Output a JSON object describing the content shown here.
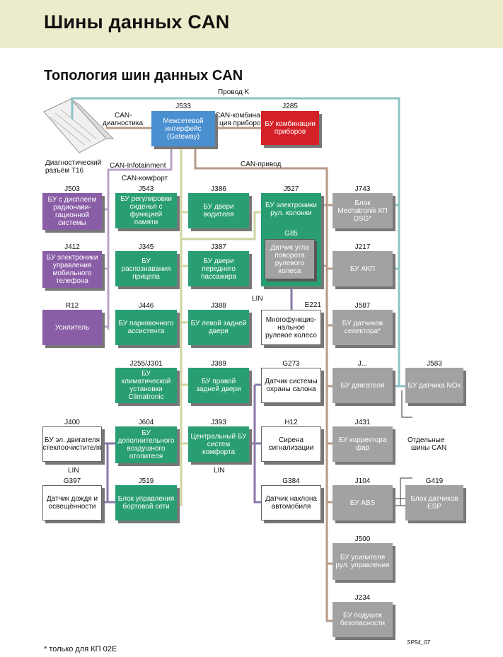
{
  "header": {
    "title": "Шины данных CAN"
  },
  "subtitle": "Топология шин данных CAN",
  "labels": {
    "provod_k": "Провод K",
    "can_diag_1": "CAN-",
    "can_diag_2": "диагностика",
    "can_instr_1": "CAN-комбина-",
    "can_instr_2": "ция приборов",
    "diag_conn_1": "Диагностический",
    "diag_conn_2": "разъём T16",
    "can_info": "CAN-Infotainment",
    "can_drive": "CAN-привод",
    "can_comfort": "CAN-комфорт",
    "lin1": "LIN",
    "lin2": "LIN",
    "lin3": "LIN",
    "separate_1": "Отдельные",
    "separate_2": "шины CAN"
  },
  "boxes": {
    "j533": {
      "code": "J533",
      "text": "Межсетевой интерфейс (Gateway)"
    },
    "j285": {
      "code": "J285",
      "text": "БУ комбинации приборов"
    },
    "j503": {
      "code": "J503",
      "text": "БУ с дисплеем радионави-гационной системы"
    },
    "j412": {
      "code": "J412",
      "text": "БУ электроники управления мобильного телефона"
    },
    "r12": {
      "code": "R12",
      "text": "Усилитель"
    },
    "j543": {
      "code": "J543",
      "text": "БУ регулировки сиденья с функцией памяти"
    },
    "j345": {
      "code": "J345",
      "text": "БУ распознавания прицепа"
    },
    "j446": {
      "code": "J446",
      "text": "БУ парковочного ассистента"
    },
    "j255": {
      "code": "J255/J301",
      "text": "БУ климатической установки Climatronic"
    },
    "j604": {
      "code": "J604",
      "text": "БУ дополнительного воздушного отопителя"
    },
    "j519": {
      "code": "J519",
      "text": "Блок управления бортовой сети"
    },
    "j386": {
      "code": "J386",
      "text": "БУ двери водителя"
    },
    "j387": {
      "code": "J387",
      "text": "БУ двери переднего пассажира"
    },
    "j388": {
      "code": "J388",
      "text": "БУ левой задней двери"
    },
    "j389": {
      "code": "J389",
      "text": "БУ правой задней двери"
    },
    "j393": {
      "code": "J393",
      "text": "Центральный БУ систем комфорта"
    },
    "j527": {
      "code": "J527",
      "text": "БУ электроники рул. колонки"
    },
    "g85": {
      "code": "G85",
      "text": "Датчик угла поворота рулевого колеса"
    },
    "e221": {
      "code": "E221",
      "text": "Многофункцио-нальное рулевое колесо"
    },
    "g273": {
      "code": "G273",
      "text": "Датчик системы охраны салона"
    },
    "h12": {
      "code": "H12",
      "text": "Сирена сигнализации"
    },
    "g384": {
      "code": "G384",
      "text": "Датчик наклона автомобиля"
    },
    "j400": {
      "code": "J400",
      "text": "БУ эл. двигателя стеклоочистителя"
    },
    "g397": {
      "code": "G397",
      "text": "Датчик дождя и освещённости"
    },
    "j743": {
      "code": "J743",
      "text": "Блок Mechatronik КП DSG*"
    },
    "j217": {
      "code": "J217",
      "text": "БУ АКП"
    },
    "j587": {
      "code": "J587",
      "text": "БУ датчиков селектора*"
    },
    "jeng": {
      "code": "J...",
      "text": "БУ двигателя"
    },
    "j583": {
      "code": "J583",
      "text": "БУ датчика NOx"
    },
    "j431": {
      "code": "J431",
      "text": "БУ корректора фар"
    },
    "j104": {
      "code": "J104",
      "text": "БУ ABS"
    },
    "g419": {
      "code": "G419",
      "text": "Блок датчиков ESP"
    },
    "j500": {
      "code": "J500",
      "text": "БУ усилителя рул. управления"
    },
    "j234": {
      "code": "J234",
      "text": "БУ подушек безопасности"
    }
  },
  "footnote": "* только для КП 02E",
  "figure_id": "SP54_07",
  "colors": {
    "powertrain": "#b79a88",
    "comfort": "#cfd4a0",
    "infotainment": "#9d87b5",
    "k_wire": "#8cc4c4",
    "lin": "#8a78a8"
  }
}
